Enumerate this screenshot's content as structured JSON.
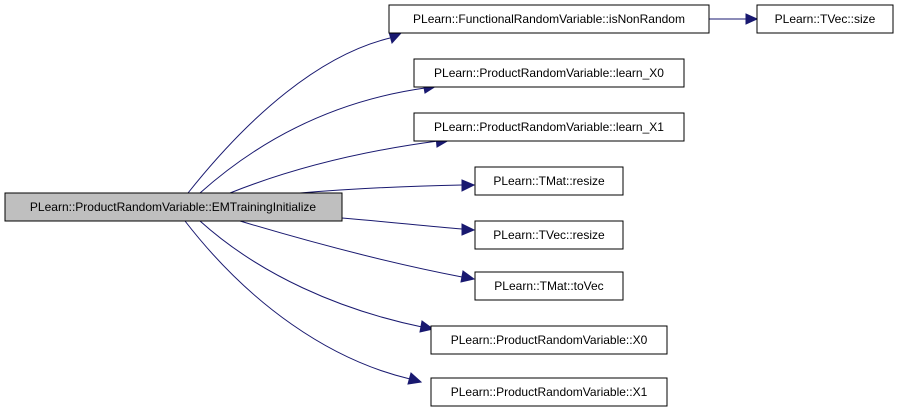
{
  "diagram": {
    "colors": {
      "root_fill": "#bfbfbf",
      "node_fill": "#ffffff",
      "border": "#000000",
      "edge": "#191970"
    },
    "root": {
      "id": "root",
      "label": "PLearn::ProductRandomVariable::EMTrainingInitialize"
    },
    "nodes": [
      {
        "id": "isNonRandom",
        "label": "PLearn::FunctionalRandomVariable::isNonRandom"
      },
      {
        "id": "tvec_size",
        "label": "PLearn::TVec::size"
      },
      {
        "id": "learn_X0",
        "label": "PLearn::ProductRandomVariable::learn_X0"
      },
      {
        "id": "learn_X1",
        "label": "PLearn::ProductRandomVariable::learn_X1"
      },
      {
        "id": "tmat_resize",
        "label": "PLearn::TMat::resize"
      },
      {
        "id": "tvec_resize",
        "label": "PLearn::TVec::resize"
      },
      {
        "id": "tmat_toVec",
        "label": "PLearn::TMat::toVec"
      },
      {
        "id": "X0",
        "label": "PLearn::ProductRandomVariable::X0"
      },
      {
        "id": "X1",
        "label": "PLearn::ProductRandomVariable::X1"
      }
    ],
    "edges": [
      {
        "from": "root",
        "to": "isNonRandom"
      },
      {
        "from": "root",
        "to": "learn_X0"
      },
      {
        "from": "root",
        "to": "learn_X1"
      },
      {
        "from": "root",
        "to": "tmat_resize"
      },
      {
        "from": "root",
        "to": "tvec_resize"
      },
      {
        "from": "root",
        "to": "tmat_toVec"
      },
      {
        "from": "root",
        "to": "X0"
      },
      {
        "from": "root",
        "to": "X1"
      },
      {
        "from": "isNonRandom",
        "to": "tvec_size"
      }
    ]
  }
}
